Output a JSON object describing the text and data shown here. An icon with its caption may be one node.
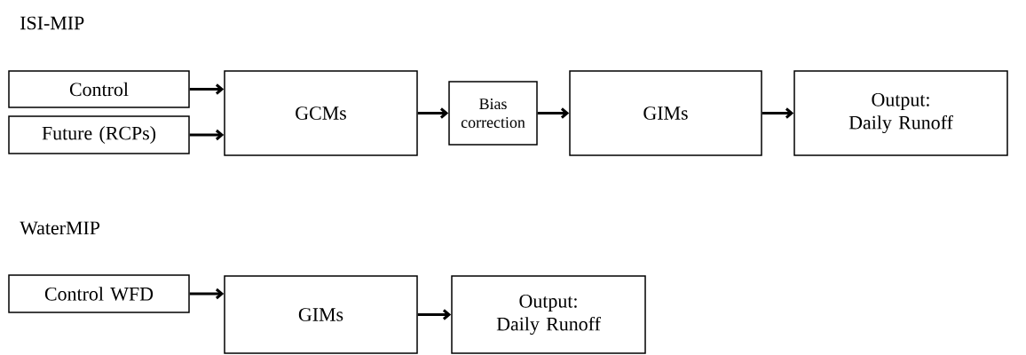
{
  "diagram": {
    "nodes": [
      {
        "text": [
          "Control"
        ]
      },
      {
        "text": [
          "Future (RCPs)"
        ]
      },
      {
        "text": [
          "GCMs"
        ]
      },
      {
        "text": [
          "Bias correction"
        ]
      },
      {
        "text": [
          "GIMs"
        ]
      },
      {
        "text": [
          "Output: Daily Runoff"
        ]
      },
      {
        "text": [
          "Control WFD"
        ]
      },
      {
        "text": [
          "GIMs"
        ]
      },
      {
        "text": [
          "Output: Daily Runoff"
        ]
      }
    ],
    "edges": [
      {
        "from": 0,
        "to": 2,
        "arrow": "to"
      },
      {
        "from": 1,
        "to": 2,
        "arrow": "to"
      },
      {
        "from": 2,
        "to": 3,
        "arrow": "to"
      },
      {
        "from": 3,
        "to": 4,
        "arrow": "to"
      },
      {
        "from": 4,
        "to": 5,
        "arrow": "to"
      },
      {
        "from": 6,
        "to": 7,
        "arrow": "to"
      },
      {
        "from": 7,
        "to": 8,
        "arrow": "to"
      }
    ],
    "labels": [
      "ISI-MIP",
      "WaterMIP"
    ]
  }
}
